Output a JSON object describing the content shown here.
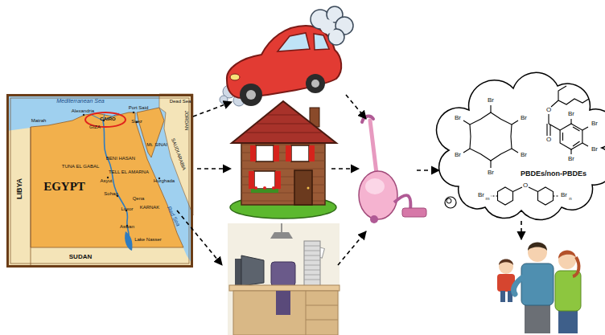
{
  "diagram": {
    "nodes": [
      {
        "text": [
          "Mediterranean Sea",
          "Alexandria",
          "Port Said",
          "Matrah",
          "CAIRO",
          "GIZA",
          "Suez",
          "Dead Sea",
          "JORDAN",
          "SAUDI ARABIA",
          "Mt. SINAI",
          "LIBYA",
          "EGYPT",
          "BENI HASAN",
          "TUNA EL GABAL",
          "TELL EL AMARNA",
          "Asyut",
          "Sohag",
          "Qena",
          "Hurghada",
          "Luxor",
          "KARNAK",
          "Aswan",
          "Lake Nasser",
          "SUDAN",
          "Red Sea"
        ]
      },
      {
        "text": [
          "Br",
          "Br",
          "Br",
          "Br",
          "Br",
          "Br",
          "O",
          "Br",
          "Br",
          "O",
          "Br",
          "Br",
          "PBDEs/non-PBDEs",
          "O",
          "Br",
          "m",
          "Br",
          "n"
        ]
      }
    ]
  }
}
